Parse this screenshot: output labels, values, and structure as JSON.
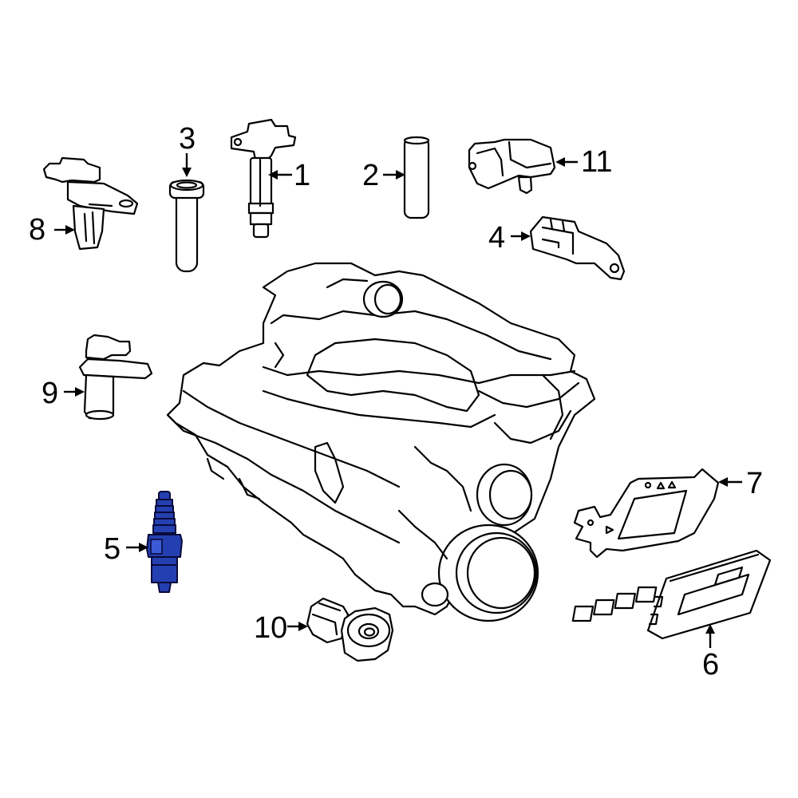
{
  "diagram": {
    "highlight_color": "#2440b0",
    "line_color": "#000000",
    "background": "#ffffff"
  },
  "callouts": {
    "c1": "1",
    "c2": "2",
    "c3": "3",
    "c4": "4",
    "c5": "5",
    "c6": "6",
    "c7": "7",
    "c8": "8",
    "c9": "9",
    "c10": "10",
    "c11": "11"
  }
}
